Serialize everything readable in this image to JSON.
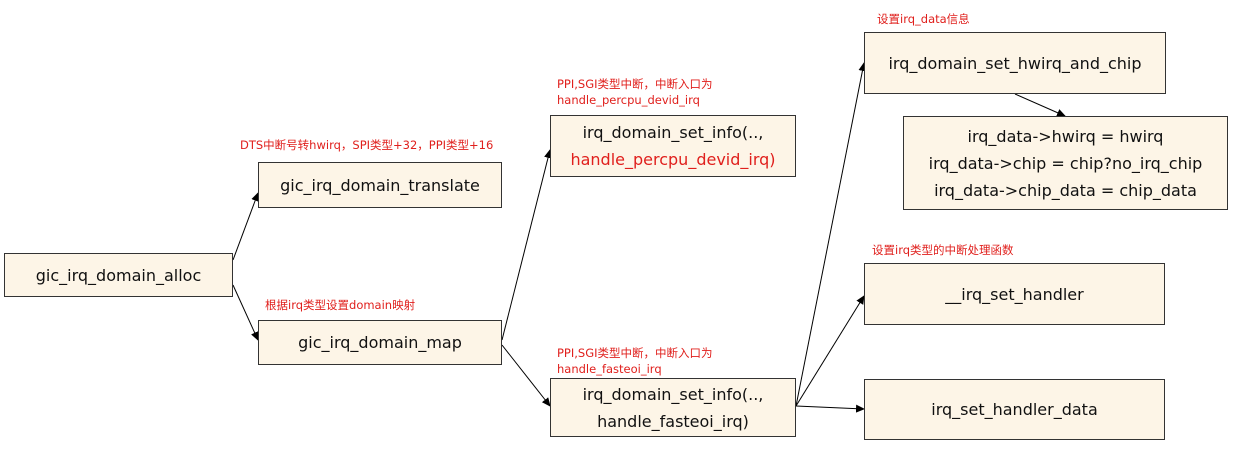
{
  "colors": {
    "box_fill": "#fdf5e7",
    "box_border": "#333333",
    "note_text": "#e0201d",
    "arrow": "#000000"
  },
  "nodes": {
    "alloc": "gic_irq_domain_alloc",
    "translate": "gic_irq_domain_translate",
    "map": "gic_irq_domain_map",
    "set_info_percpu": {
      "line1": "irq_domain_set_info(..,",
      "line2": "handle_percpu_devid_irq)"
    },
    "set_info_fasteoi": {
      "line1": "irq_domain_set_info(..,",
      "line2": "handle_fasteoi_irq)"
    },
    "set_hwirq_and_chip": "irq_domain_set_hwirq_and_chip",
    "irq_data_fields": {
      "line1": "irq_data->hwirq = hwirq",
      "line2": "irq_data->chip = chip?no_irq_chip",
      "line3": "irq_data->chip_data = chip_data"
    },
    "set_handler": "__irq_set_handler",
    "set_handler_data": "irq_set_handler_data"
  },
  "notes": {
    "translate": "DTS中断号转hwirq，SPI类型+32，PPI类型+16",
    "map": "根据irq类型设置domain映射",
    "percpu": {
      "line1": "PPI,SGI类型中断，中断入口为",
      "line2": "handle_percpu_devid_irq"
    },
    "fasteoi": {
      "line1": "PPI,SGI类型中断，中断入口为",
      "line2": "handle_fasteoi_irq"
    },
    "hwirq_chip": "设置irq_data信息",
    "handler": "设置irq类型的中断处理函数"
  }
}
